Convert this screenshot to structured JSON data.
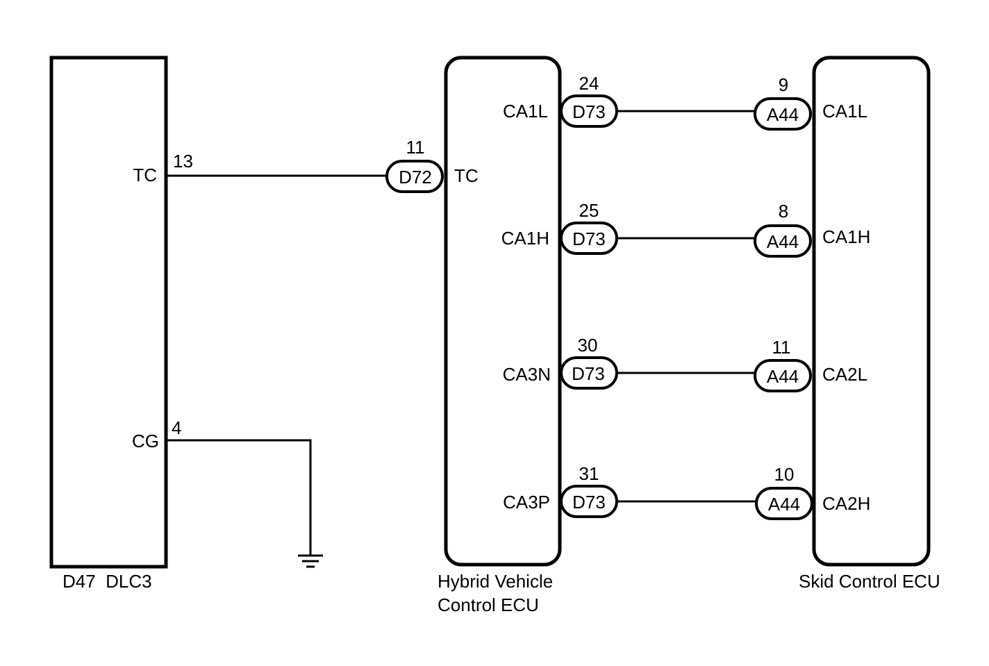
{
  "components": {
    "dlc3": {
      "name": "D47  DLC3",
      "pins": {
        "tc": {
          "label": "TC",
          "number": "13"
        },
        "cg": {
          "label": "CG",
          "number": "4"
        }
      }
    },
    "hv_ecu": {
      "name_line1": "Hybrid Vehicle",
      "name_line2": "Control ECU",
      "tc_label": "TC",
      "tc_connector": {
        "id": "D72",
        "pin": "11"
      },
      "pins": [
        {
          "label": "CA1L",
          "connector": "D73",
          "pin": "24"
        },
        {
          "label": "CA1H",
          "connector": "D73",
          "pin": "25"
        },
        {
          "label": "CA3N",
          "connector": "D73",
          "pin": "30"
        },
        {
          "label": "CA3P",
          "connector": "D73",
          "pin": "31"
        }
      ]
    },
    "skid_ecu": {
      "name": "Skid Control ECU",
      "pins": [
        {
          "label": "CA1L",
          "connector": "A44",
          "pin": "9"
        },
        {
          "label": "CA1H",
          "connector": "A44",
          "pin": "8"
        },
        {
          "label": "CA2L",
          "connector": "A44",
          "pin": "11"
        },
        {
          "label": "CA2H",
          "connector": "A44",
          "pin": "10"
        }
      ]
    }
  }
}
